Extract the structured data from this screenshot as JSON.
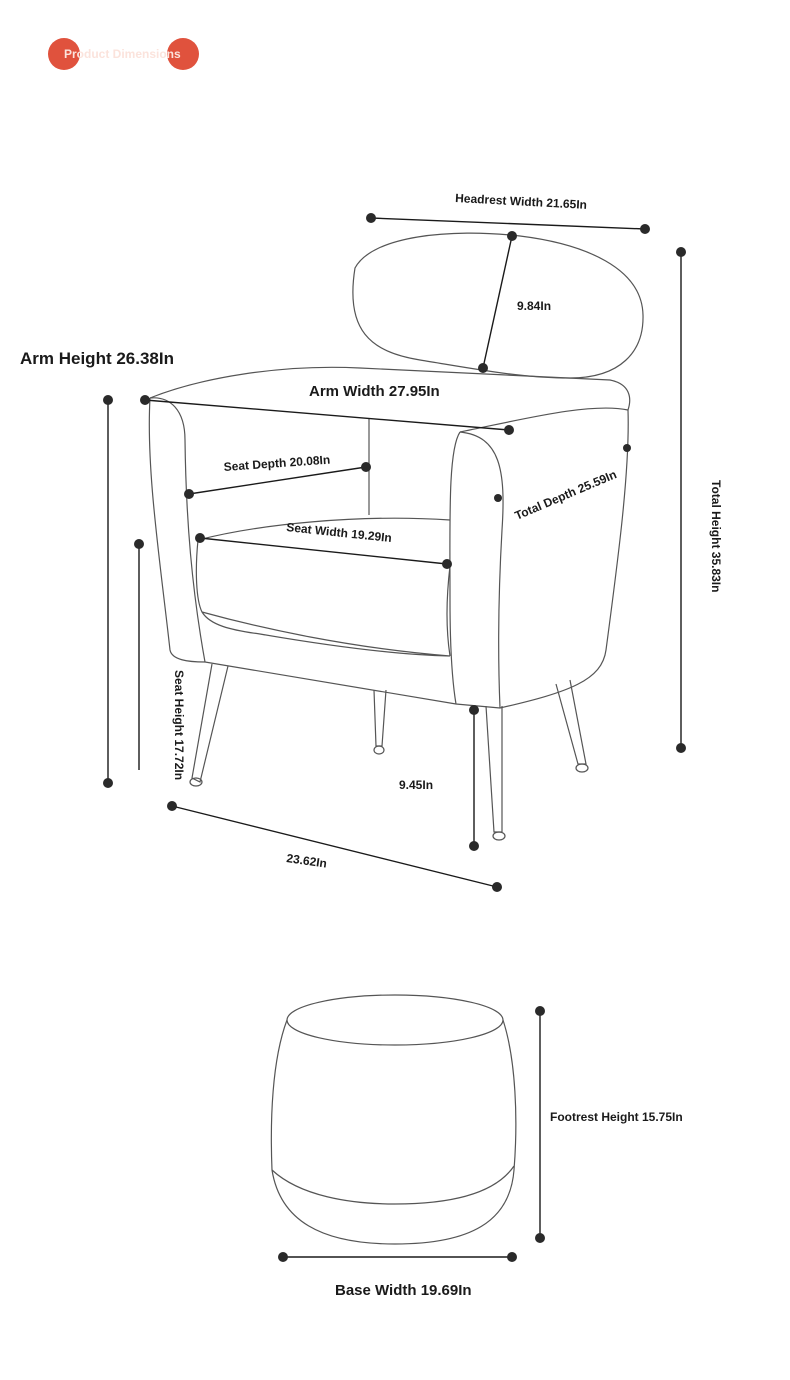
{
  "badge": {
    "label": "Product Dimensions",
    "color": "#e0523d"
  },
  "labels": {
    "headrest_width": "Headrest Width 21.65In",
    "headrest_height": "9.84In",
    "arm_height": "Arm Height 26.38In",
    "arm_width": "Arm Width 27.95In",
    "seat_depth": "Seat Depth 20.08In",
    "total_depth": "Total Depth 25.59In",
    "seat_width": "Seat Width 19.29In",
    "total_height": "Total Height 35.83In",
    "seat_height": "Seat Height 17.72In",
    "leg_height": "9.45In",
    "chair_base_depth": "23.62In",
    "footrest_height": "Footrest Height 15.75In",
    "base_width": "Base Width 19.69In"
  }
}
